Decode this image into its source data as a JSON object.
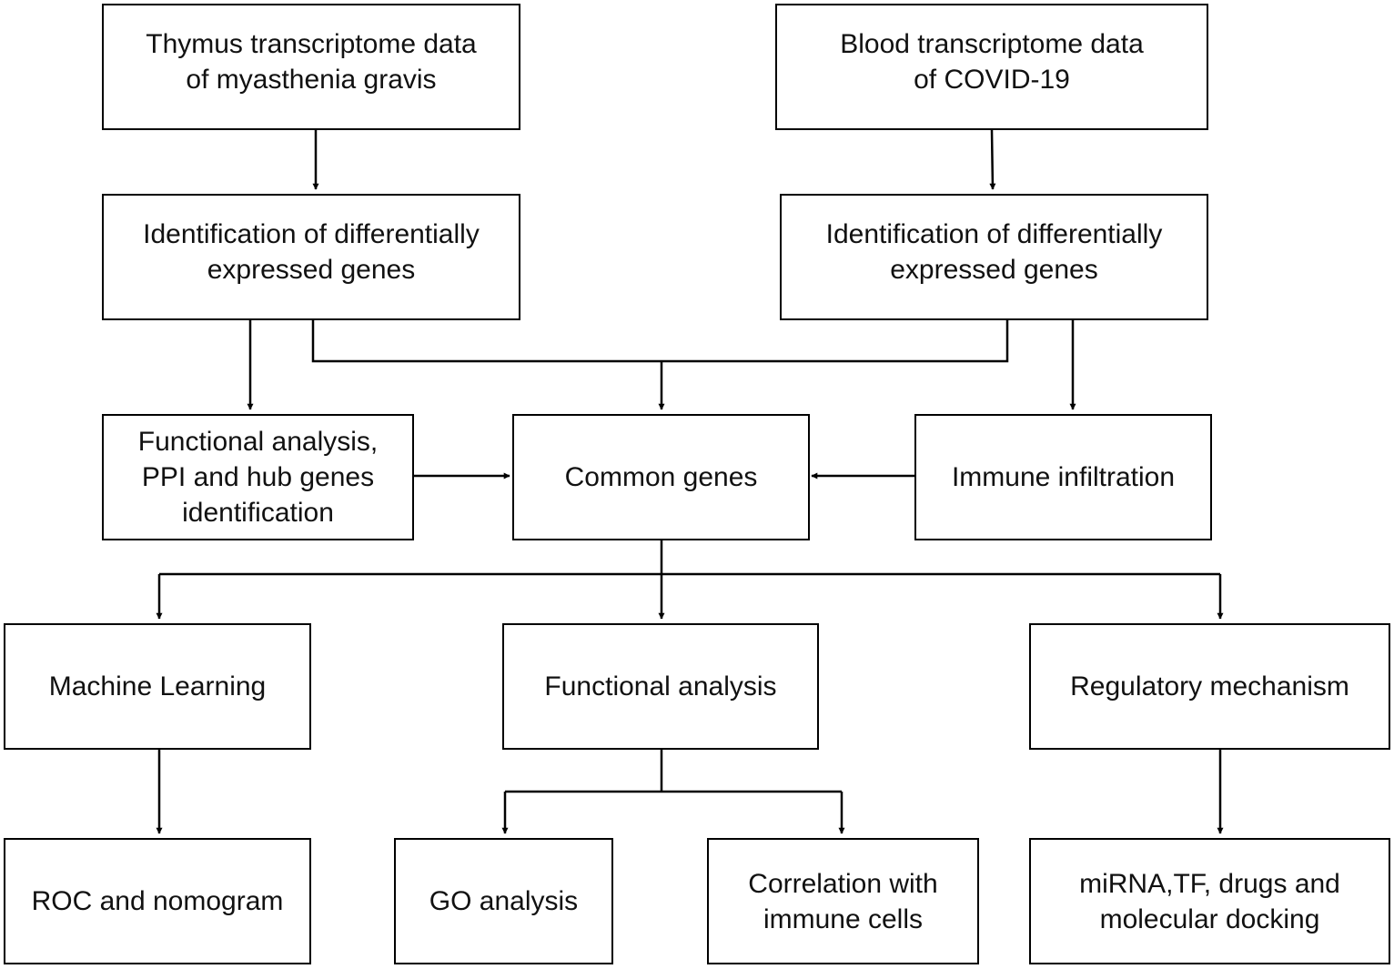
{
  "nodes": {
    "thymus_data": "Thymus transcriptome data\nof myasthenia gravis",
    "blood_data": "Blood transcriptome data\nof COVID-19",
    "deg_thymus": "Identification of  differentially\nexpressed genes",
    "deg_blood": "Identification of  differentially\nexpressed genes",
    "functional_ppi": "Functional analysis,\nPPI and hub genes\nidentification",
    "common_genes": "Common genes",
    "immune_infiltration": "Immune infiltration",
    "machine_learning": "Machine Learning",
    "functional_analysis": "Functional analysis",
    "regulatory_mechanism": "Regulatory mechanism",
    "roc_nomogram": "ROC and nomogram",
    "go_analysis": "GO analysis",
    "correlation_immune": "Correlation with\nimmune cells",
    "mirna_tf": "miRNA,TF, drugs and\nmolecular docking"
  }
}
